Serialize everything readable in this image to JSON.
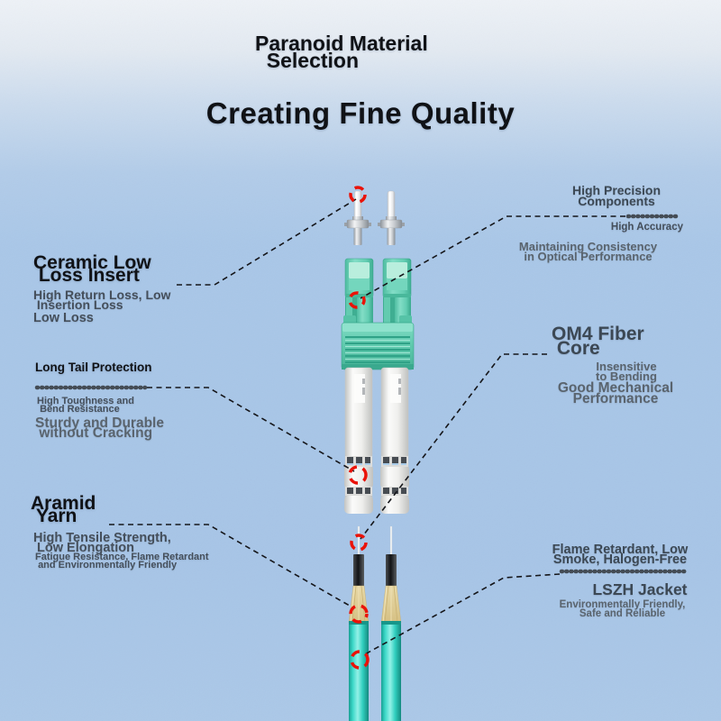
{
  "header": {
    "kicker": "Paranoid Material\n  Selection",
    "title": "Creating Fine Quality"
  },
  "callouts": {
    "ceramic": {
      "heading": "Ceramic Low\n Loss Insert",
      "sub1": "High Return Loss, Low\n Insertion Loss",
      "sub2": "Low Loss"
    },
    "precision": {
      "heading": "High Precision\nComponents",
      "tag": "High Accuracy",
      "sub": "Maintaining Consistency\nin Optical Performance"
    },
    "long_tail": {
      "heading": "Long Tail Protection",
      "sub1": "High Toughness and\n Bend Resistance",
      "sub2": "Sturdy and Durable\n without Cracking"
    },
    "om4": {
      "heading": "OM4 Fiber\n Core",
      "sub1": "Insensitive\nto Bending",
      "sub2": "Good Mechanical\nPerformance"
    },
    "aramid": {
      "heading": "Aramid\n Yarn",
      "sub1": "High Tensile Strength,\n Low Elongation",
      "sub2": "Fatigue Resistance, Flame Retardant\n and Environmentally Friendly"
    },
    "lszh": {
      "heading": "Flame Retardant, Low\nSmoke, Halogen-Free",
      "name": "LSZH Jacket",
      "sub": "Environmentally Friendly,\nSafe and Reliable"
    }
  },
  "colors": {
    "background_blue": "#a9c7e8",
    "connector_teal": "#5cc9ae",
    "cable_teal": "#35d6c6",
    "aramid_tan": "#d9c48a",
    "highlight_red": "#ea1208",
    "leader_black": "#15161a",
    "text_dark": "#101216",
    "text_slate": "#3c4854",
    "text_gray": "#5a646e"
  }
}
